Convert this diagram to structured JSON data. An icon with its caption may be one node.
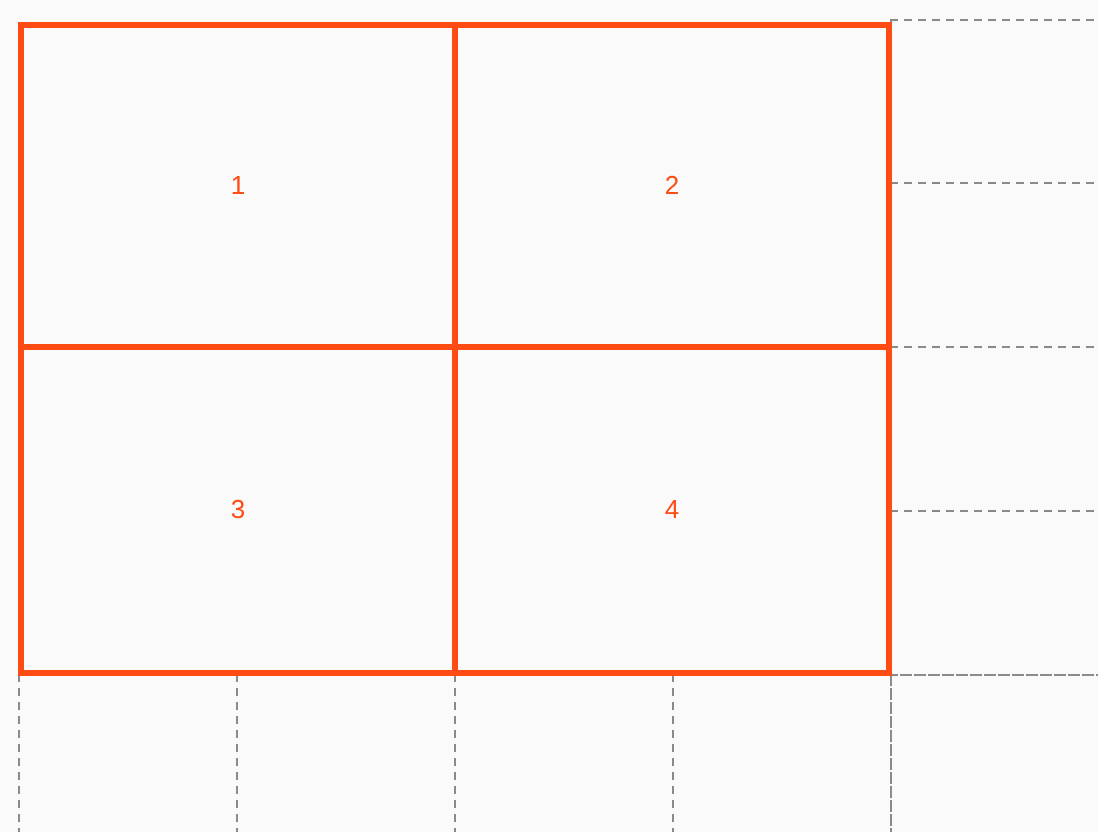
{
  "diagram": {
    "nodes": [
      {
        "text": [
          "1"
        ]
      },
      {
        "text": [
          "2"
        ]
      },
      {
        "text": [
          "3"
        ]
      },
      {
        "text": [
          "4"
        ]
      }
    ]
  }
}
